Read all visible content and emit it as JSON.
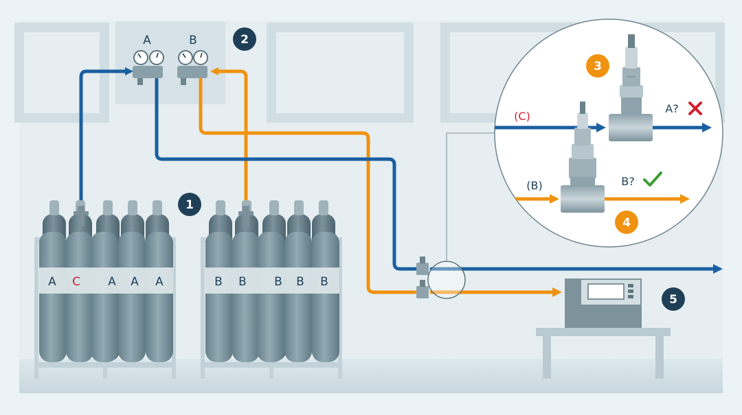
{
  "colors": {
    "background": "#ecf3f6",
    "wall": "#d3e1e6",
    "blue": "#1a5fa0",
    "orange": "#f0920f",
    "navy": "#1f3f57",
    "red": "#cf1f2e",
    "green": "#3f9b36",
    "cylinder": "#7f969f"
  },
  "badges": [
    "1",
    "2",
    "3",
    "4",
    "5"
  ],
  "regulators": {
    "a_label": "A",
    "b_label": "B"
  },
  "rack_a": {
    "labels": [
      "A",
      "C",
      "A",
      "A",
      "A"
    ]
  },
  "rack_b": {
    "labels": [
      "B",
      "B",
      "B",
      "B",
      "B"
    ]
  },
  "detail": {
    "line_c_label": "(C)",
    "line_b_label": "(B)",
    "result_a": "A?",
    "result_b": "B?",
    "icon_a": "cross-icon",
    "icon_b": "check-icon"
  }
}
